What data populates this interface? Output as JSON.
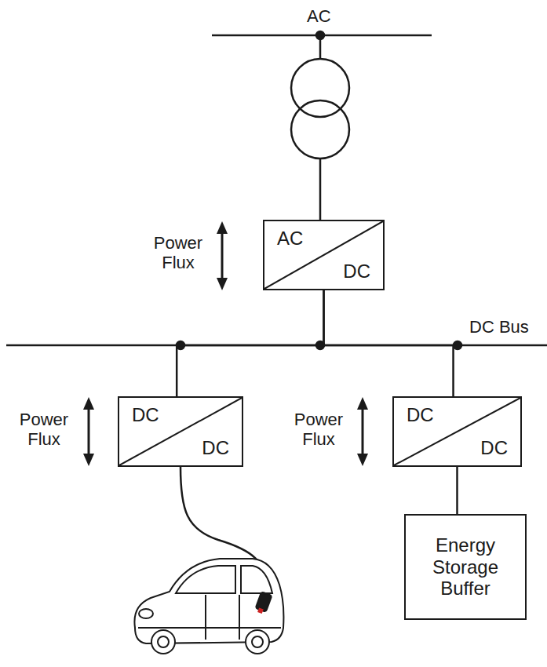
{
  "diagram": {
    "nodes": [
      {
        "text": [
          "AC",
          "DC"
        ]
      },
      {
        "text": [
          "DC",
          "DC"
        ]
      },
      {
        "text": [
          "DC",
          "DC"
        ]
      },
      {
        "text": [
          "Energy Storage Buffer"
        ]
      }
    ],
    "edges": [
      {
        "from": 0,
        "to": 1,
        "arrow": "none"
      },
      {
        "from": 0,
        "to": 2,
        "arrow": "none"
      },
      {
        "from": 2,
        "to": 3,
        "arrow": "none"
      }
    ],
    "labels": [
      "AC",
      "Power Flux",
      "DC Bus",
      "Power Flux",
      "Power Flux"
    ]
  }
}
